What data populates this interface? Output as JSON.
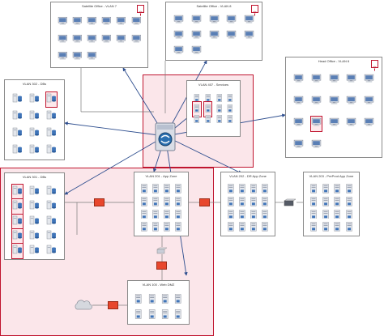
{
  "zones": [
    {
      "id": "satellite7",
      "title": "Satellite Office - VLAN 7",
      "kind": "office",
      "rows": 3,
      "cols": 6,
      "count": 15,
      "warn": true
    },
    {
      "id": "satellite8",
      "title": "Satellite Office - VLAN 8",
      "kind": "office",
      "rows": 3,
      "cols": 5,
      "count": 12,
      "warn": true
    },
    {
      "id": "head",
      "title": "Head Office - VLAN 6",
      "kind": "office",
      "rows": 4,
      "cols": 5,
      "count": 17,
      "warn": true
    },
    {
      "id": "dbs302",
      "title": "VLAN 302 - DBs",
      "kind": "db",
      "rows": 4,
      "cols": 3,
      "count": 12
    },
    {
      "id": "services",
      "title": "VLAN 407 - Services",
      "kind": "server",
      "rows": 4,
      "cols": 4,
      "count": 12
    },
    {
      "id": "dbs301",
      "title": "VLAN 301 - DBs",
      "kind": "db",
      "rows": 5,
      "cols": 3,
      "count": 15
    },
    {
      "id": "app201",
      "title": "VLAN 201 - App Zone",
      "kind": "server",
      "rows": 4,
      "cols": 4,
      "count": 16
    },
    {
      "id": "dr202",
      "title": "VLAN 202 - DR App Zone",
      "kind": "server",
      "rows": 4,
      "cols": 4,
      "count": 16
    },
    {
      "id": "preprod203",
      "title": "VLAN 203 - PreProd App Zone",
      "kind": "server",
      "rows": 4,
      "cols": 4,
      "count": 16
    },
    {
      "id": "dmz100",
      "title": "VLAN 100 - Web DMZ",
      "kind": "server",
      "rows": 2,
      "cols": 4,
      "count": 8
    }
  ],
  "colors": {
    "region_fill": "#fbe6ea",
    "region_border": "#c0152f",
    "firewall": "#e8472d",
    "arrow": "#2f4f8f",
    "line": "#7a7a7a"
  },
  "icons": {
    "core": "core-router-icon",
    "firewall": "firewall-icon",
    "cloud": "internet-cloud-icon",
    "router": "router-icon",
    "server": "server-icon",
    "database": "database-icon",
    "workstation": "workstation-icon",
    "printer": "printer-icon",
    "wireless": "wireless-access-point-icon"
  }
}
